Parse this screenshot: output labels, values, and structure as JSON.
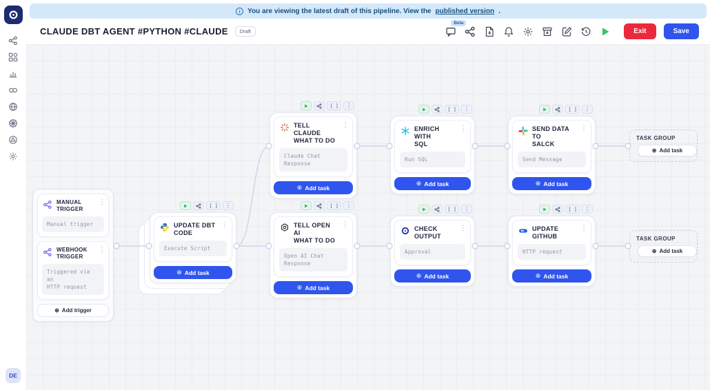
{
  "banner": {
    "text_prefix": "You are viewing the latest draft of this pipeline. View the",
    "link_text": "published version",
    "text_suffix": "."
  },
  "header": {
    "title": "CLAUDE DBT AGENT #PYTHON #CLAUDE",
    "draft_badge": "Draft",
    "beta_badge": "Beta",
    "exit_button": "Exit",
    "save_button": "Save"
  },
  "sidebar": {
    "avatar_initials": "DE"
  },
  "icons": {
    "kebab": "⋮",
    "plus_circle": "⊕",
    "brackets": "[ ]"
  },
  "colors": {
    "accent_blue": "#2f55ee",
    "exit_red": "#eb293c",
    "run_green": "#38c268",
    "banner_bg": "#d4e8f9",
    "logo_navy": "#1d2b72"
  },
  "pipeline": {
    "triggers": {
      "add_label": "Add trigger",
      "items": [
        {
          "title": "MANUAL TRIGGER",
          "description": "Manual trigger"
        },
        {
          "title": "WEBHOOK\nTRIGGER",
          "description": "Triggered via an\nHTTP request"
        }
      ]
    },
    "tasks": [
      {
        "title": "UPDATE DBT\nCODE",
        "description": "Execute Script",
        "icon": "python-icon",
        "add_label": "Add task"
      },
      {
        "title": "TELL CLAUDE\nWHAT TO DO",
        "description": "Claude Chat\nResponse",
        "icon": "claude-icon",
        "add_label": "Add task"
      },
      {
        "title": "TELL OPEN AI\nWHAT TO DO",
        "description": "Open AI Chat\nResponse",
        "icon": "openai-icon",
        "add_label": "Add task"
      },
      {
        "title": "ENRICH WITH\nSQL",
        "description": "Run SQL",
        "icon": "snowflake-icon",
        "add_label": "Add task"
      },
      {
        "title": "CHECK\nOUTPUT",
        "description": "Approval",
        "icon": "mage-ring-icon",
        "add_label": "Add task"
      },
      {
        "title": "SEND DATA TO\nSALCK",
        "description": "Send Message",
        "icon": "slack-icon",
        "add_label": "Add task"
      },
      {
        "title": "UPDATE\nGITHUB",
        "description": "HTTP request",
        "icon": "http-pill-icon",
        "add_label": "Add task"
      }
    ],
    "task_groups": [
      {
        "title": "TASK GROUP",
        "add_label": "Add task"
      },
      {
        "title": "TASK GROUP",
        "add_label": "Add task"
      }
    ]
  }
}
